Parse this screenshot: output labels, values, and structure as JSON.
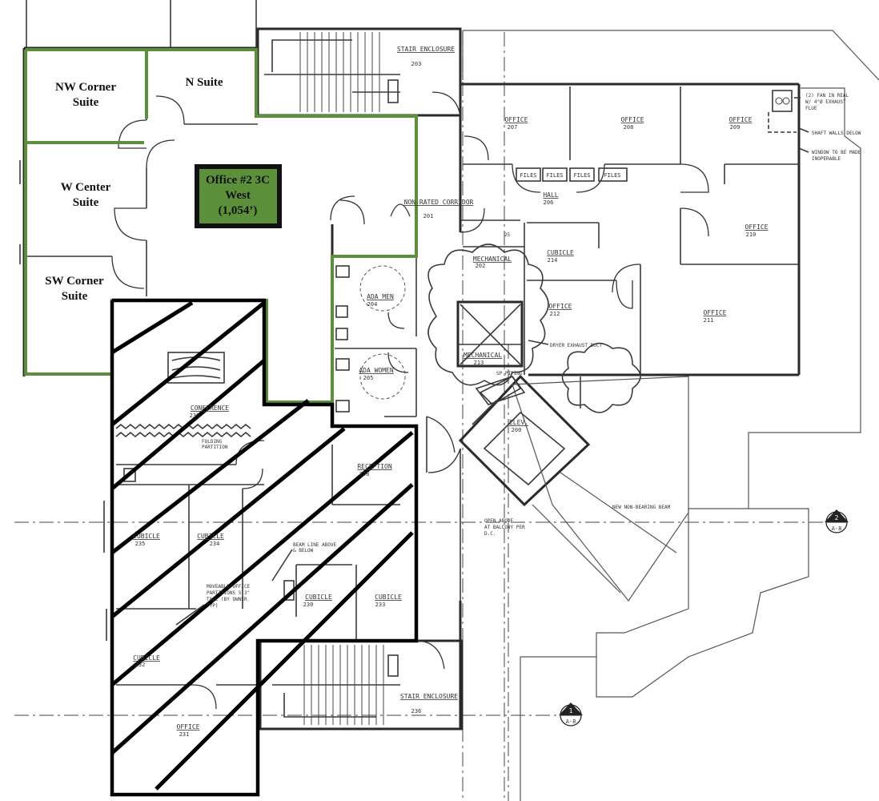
{
  "suites": {
    "nw_corner": [
      "NW Corner",
      "Suite"
    ],
    "n": "N Suite",
    "w_center": [
      "W Center",
      "Suite"
    ],
    "sw_corner": [
      "SW Corner",
      "Suite"
    ]
  },
  "callout": {
    "lines": [
      "Office #2 3C",
      "West",
      "(1,054’)"
    ],
    "fill": "#5b8f3a",
    "border": "#111111"
  },
  "colors": {
    "highlight": "#5b8f3a",
    "hatch": "#000000"
  },
  "rooms": [
    {
      "id": "stair-203",
      "label": "STAIR ENCLOSURE",
      "number": "203"
    },
    {
      "id": "office-207",
      "label": "OFFICE",
      "number": "207"
    },
    {
      "id": "office-208",
      "label": "OFFICE",
      "number": "208"
    },
    {
      "id": "office-209",
      "label": "OFFICE",
      "number": "209"
    },
    {
      "id": "hall-206",
      "label": "HALL",
      "number": "206"
    },
    {
      "id": "corridor-201",
      "label": "NON-RATED CORRIDOR",
      "number": "201"
    },
    {
      "id": "office-210",
      "label": "OFFICE",
      "number": "210"
    },
    {
      "id": "mechanical-202",
      "label": "MECHANICAL",
      "number": "202"
    },
    {
      "id": "cubicle-214",
      "label": "CUBICLE",
      "number": "214"
    },
    {
      "id": "ada-men-204",
      "label": "ADA MEN",
      "number": "204"
    },
    {
      "id": "office-212",
      "label": "OFFICE",
      "number": "212"
    },
    {
      "id": "office-211",
      "label": "OFFICE",
      "number": "211"
    },
    {
      "id": "mechanical-213",
      "label": "MECHANICAL",
      "number": "213"
    },
    {
      "id": "ada-women-205",
      "label": "ADA WOMEN",
      "number": "205"
    },
    {
      "id": "conference-237",
      "label": "CONFERENCE",
      "number": "237"
    },
    {
      "id": "elev-200",
      "label": "ELEV.",
      "number": "200"
    },
    {
      "id": "reception-228",
      "label": "RECEPTION",
      "number": "228"
    },
    {
      "id": "cubicle-235",
      "label": "CUBICLE",
      "number": "235"
    },
    {
      "id": "cubicle-234",
      "label": "CUBICLE",
      "number": "234"
    },
    {
      "id": "cubicle-230",
      "label": "CUBICLE",
      "number": "230"
    },
    {
      "id": "cubicle-233",
      "label": "CUBICLE",
      "number": "233"
    },
    {
      "id": "cubicle-232",
      "label": "CUBICLE",
      "number": "232"
    },
    {
      "id": "stair-236",
      "label": "STAIR ENCLOSURE",
      "number": "236"
    },
    {
      "id": "office-231",
      "label": "OFFICE",
      "number": "231"
    }
  ],
  "files": [
    "FILES",
    "FILES",
    "FILES",
    "FILES"
  ],
  "notes": {
    "fan": [
      "(2) FAN IN REAL",
      "W/ 4\"Ø EXHAUST",
      "FLUE"
    ],
    "shaft": "SHAFT WALLS DELOW",
    "window": [
      "WINDOW TO BE MADE",
      "INOPERABLE"
    ],
    "dryer": "DRYER EXHAUST DUCT",
    "sp_piping": "SP PIPING",
    "folding": [
      "FOLDING",
      "PARTITION"
    ],
    "beam_line": [
      "BEAM LINE ABOVE",
      "& BELOW"
    ],
    "movable": [
      "MOVEABLE OFFICE",
      "PARTITIONS 5'3\"",
      "TALL (BY OWNER",
      "TYP)"
    ],
    "open_above": [
      "OPEN ABOVE",
      "AT BALCONY PER",
      "D.C."
    ],
    "beam_new": "NEW NON-BEARING BEAM",
    "dim_25": "25"
  },
  "section_markers": [
    {
      "num": "2",
      "ref": "A-8"
    },
    {
      "num": "1",
      "ref": "A-8"
    }
  ]
}
